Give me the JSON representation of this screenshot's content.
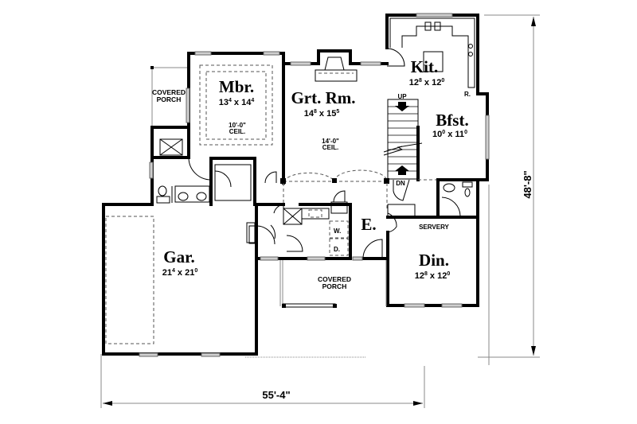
{
  "plan": {
    "rooms": [
      {
        "id": "mbr",
        "name": "Mbr.",
        "dim_a": "13",
        "dim_a_sup": "4",
        "dim_b": "14",
        "dim_b_sup": "4",
        "ceiling": "10'-0\"",
        "ceiling_label": "CEIL."
      },
      {
        "id": "grt_rm",
        "name": "Grt. Rm.",
        "dim_a": "14",
        "dim_a_sup": "8",
        "dim_b": "15",
        "dim_b_sup": "5",
        "ceiling": "14'-0\"",
        "ceiling_label": "CEIL."
      },
      {
        "id": "kit",
        "name": "Kit.",
        "dim_a": "12",
        "dim_a_sup": "8",
        "dim_b": "12",
        "dim_b_sup": "0"
      },
      {
        "id": "bfst",
        "name": "Bfst.",
        "dim_a": "10",
        "dim_a_sup": "0",
        "dim_b": "11",
        "dim_b_sup": "0"
      },
      {
        "id": "gar",
        "name": "Gar.",
        "dim_a": "21",
        "dim_a_sup": "4",
        "dim_b": "21",
        "dim_b_sup": "0"
      },
      {
        "id": "din",
        "name": "Din.",
        "dim_a": "12",
        "dim_a_sup": "8",
        "dim_b": "12",
        "dim_b_sup": "0"
      },
      {
        "id": "entry",
        "name": "E."
      }
    ],
    "labels": {
      "covered_porch_rear_1": "COVERED",
      "covered_porch_rear_2": "PORCH",
      "covered_porch_front_1": "COVERED",
      "covered_porch_front_2": "PORCH",
      "servery": "SERVERY",
      "stair_up": "UP",
      "stair_down": "DN",
      "washer": "W.",
      "dryer": "D.",
      "refrigerator": "R."
    },
    "dimensions": {
      "overall_width": "55'-4\"",
      "overall_depth": "48'-8\""
    }
  }
}
